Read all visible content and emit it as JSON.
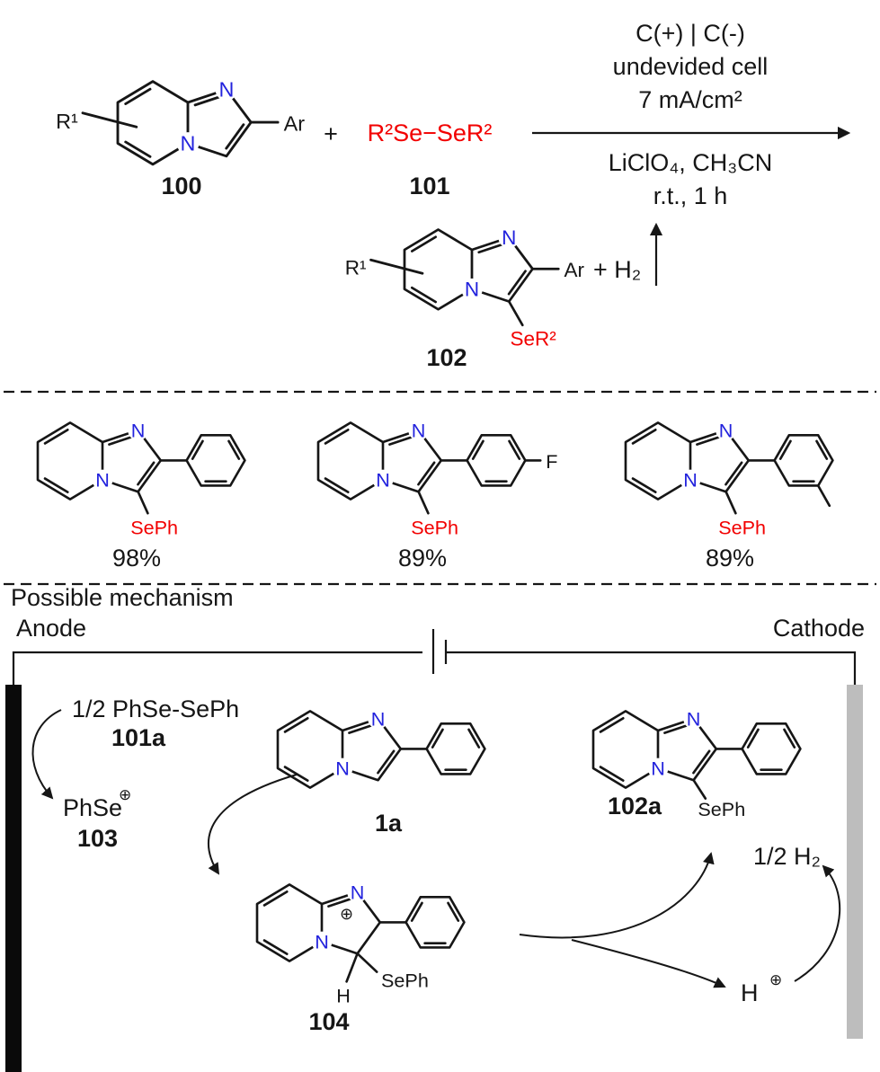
{
  "colors": {
    "ink": "#161616",
    "red": "#f20000",
    "blue": "#2222dd",
    "anode": "#0a0a0a",
    "cathode": "#bdbdbd"
  },
  "labels": {
    "N": "N",
    "R1": "R¹",
    "Ar": "Ar",
    "plus": "+",
    "charge": "⊕"
  },
  "scheme": {
    "reactant_label": "100",
    "diselenide": "R²Se−SeR²",
    "diselenide_label": "101",
    "conditions_above": [
      "C(+) | C(-)",
      "undevided cell",
      "7 mA/cm²"
    ],
    "conditions_below": [
      "LiClO₄, CH₃CN",
      "r.t., 1 h"
    ],
    "product_label": "102",
    "product_se": "SeR²",
    "h2": "+ H₂"
  },
  "examples": [
    {
      "se": "SePh",
      "yield": "98%"
    },
    {
      "se": "SePh",
      "yield": "89%",
      "substituent": "F"
    },
    {
      "se": "SePh",
      "yield": "89%"
    }
  ],
  "mechanism": {
    "title": "Possible mechanism",
    "anode": "Anode",
    "cathode": "Cathode",
    "half_diselenide": "1/2 PhSe-SePh",
    "diselenide_label": "101a",
    "cation": "PhSe",
    "cation_label": "103",
    "substrate_label": "1a",
    "intermediate_label": "104",
    "intermediate_se": "SePh",
    "intermediate_h": "H",
    "product_label": "102a",
    "product_se": "SePh",
    "half_h2": "1/2 H₂",
    "proton": "H"
  }
}
